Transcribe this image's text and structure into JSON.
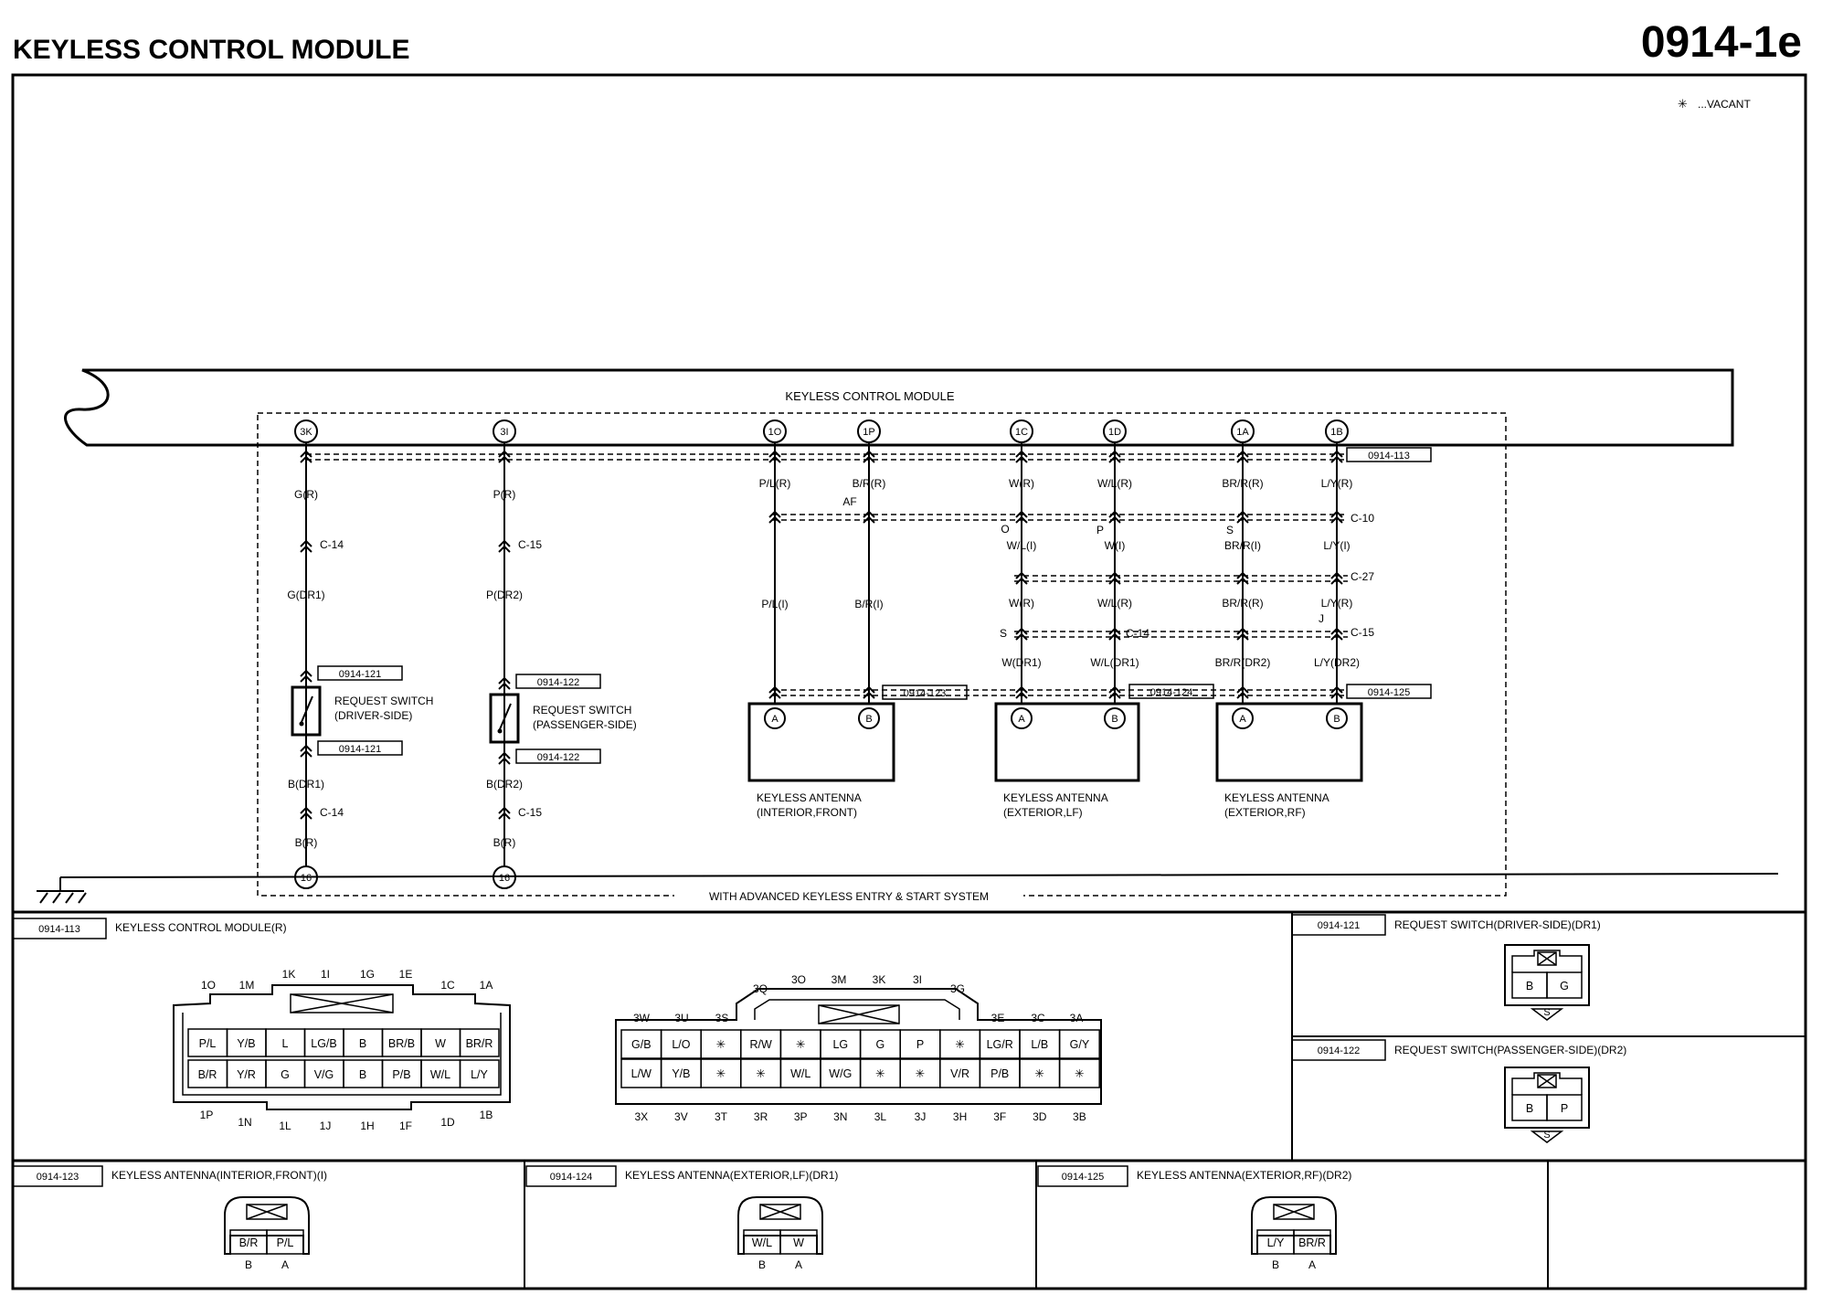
{
  "header": {
    "title": "KEYLESS CONTROL MODULE",
    "code": "0914-1e"
  },
  "legend": {
    "symbol": "✳",
    "text": "...VACANT"
  },
  "module": {
    "name": "KEYLESS CONTROL MODULE",
    "ref": "0914-113"
  },
  "wires": [
    {
      "pin": "3K",
      "upper": "G(R)",
      "conn1": "C-14",
      "lower": "G(DR1)"
    },
    {
      "pin": "3I",
      "upper": "P(R)",
      "conn1": "C-15",
      "lower": "P(DR2)"
    },
    {
      "pin": "1O",
      "upper": "P/L(R)",
      "lower": "P/L(I)"
    },
    {
      "pin": "1P",
      "upper": "B/R(R)",
      "af": "AF",
      "lower": "B/R(I)"
    },
    {
      "pin": "1C",
      "upper": "W(R)",
      "mark1": "O",
      "mid1": "W/L(I)",
      "mid2": "W(R)",
      "mark2": "S",
      "lower": "W(DR1)"
    },
    {
      "pin": "1D",
      "upper": "W/L(R)",
      "mark1": "P",
      "mid1": "W(I)",
      "mid2": "W/L(R)",
      "lower": "W/L(DR1)"
    },
    {
      "pin": "1A",
      "upper": "BR/R(R)",
      "mark1": "S",
      "mid1": "BR/R(I)",
      "mid2": "BR/R(R)",
      "lower": "BR/R(DR2)"
    },
    {
      "pin": "1B",
      "upper": "L/Y(R)",
      "mid1": "L/Y(I)",
      "mid2": "L/Y(R)",
      "mark2": "J",
      "lower": "L/Y(DR2)"
    }
  ],
  "conn_labels": {
    "c10": "C-10",
    "c27": "C-27",
    "c14": "C-14",
    "c15": "C-15"
  },
  "switches": [
    {
      "ref": "0914-121",
      "name1": "REQUEST SWITCH",
      "name2": "(DRIVER-SIDE)",
      "lower": "B(DR1)",
      "conn": "C-14",
      "gnd": "B(R)",
      "gpin": "16"
    },
    {
      "ref": "0914-122",
      "name1": "REQUEST SWITCH",
      "name2": "(PASSENGER-SIDE)",
      "lower": "B(DR2)",
      "conn": "C-15",
      "gnd": "B(R)",
      "gpin": "16"
    }
  ],
  "antennas": [
    {
      "ref": "0914-123",
      "name1": "KEYLESS ANTENNA",
      "name2": "(INTERIOR,FRONT)",
      "pa": "A",
      "pb": "B"
    },
    {
      "ref": "0914-124",
      "name1": "KEYLESS ANTENNA",
      "name2": "(EXTERIOR,LF)",
      "pa": "A",
      "pb": "B"
    },
    {
      "ref": "0914-125",
      "name1": "KEYLESS ANTENNA",
      "name2": "(EXTERIOR,RF)",
      "pa": "A",
      "pb": "B"
    }
  ],
  "system_label": "WITH ADVANCED KEYLESS ENTRY & START SYSTEM",
  "connectors": {
    "kcm": {
      "ref": "0914-113",
      "name": "KEYLESS CONTROL MODULE(R)",
      "left_top_pins": [
        "1O",
        "1M",
        "1K",
        "1I",
        "1G",
        "1E",
        "1C",
        "1A"
      ],
      "left_row1": [
        "P/L",
        "Y/B",
        "L",
        "LG/B",
        "B",
        "BR/B",
        "W",
        "BR/R"
      ],
      "left_row2": [
        "B/R",
        "Y/R",
        "G",
        "V/G",
        "B",
        "P/B",
        "W/L",
        "L/Y"
      ],
      "left_bot_pins": [
        "1P",
        "1N",
        "1L",
        "1J",
        "1H",
        "1F",
        "1D",
        "1B"
      ],
      "right_top_pins_a": [
        "3Q",
        "3O",
        "3M",
        "3K",
        "3I",
        "3G"
      ],
      "right_top_pins_b": [
        "3W",
        "3U",
        "3S",
        "3E",
        "3C",
        "3A"
      ],
      "right_row1": [
        "G/B",
        "L/O",
        "✳",
        "R/W",
        "✳",
        "LG",
        "G",
        "P",
        "✳",
        "LG/R",
        "L/B",
        "G/Y"
      ],
      "right_row2": [
        "L/W",
        "Y/B",
        "✳",
        "✳",
        "W/L",
        "W/G",
        "✳",
        "✳",
        "V/R",
        "P/B",
        "✳",
        "✳"
      ],
      "right_bot_pins": [
        "3X",
        "3V",
        "3T",
        "3R",
        "3P",
        "3N",
        "3L",
        "3J",
        "3H",
        "3F",
        "3D",
        "3B"
      ]
    },
    "sw_drv": {
      "ref": "0914-121",
      "name": "REQUEST SWITCH(DRIVER-SIDE)(DR1)",
      "cells": [
        "B",
        "G"
      ],
      "tab": "S"
    },
    "sw_pass": {
      "ref": "0914-122",
      "name": "REQUEST SWITCH(PASSENGER-SIDE)(DR2)",
      "cells": [
        "B",
        "P"
      ],
      "tab": "S"
    },
    "ant_int": {
      "ref": "0914-123",
      "name": "KEYLESS ANTENNA(INTERIOR,FRONT)(I)",
      "cells": [
        "B/R",
        "P/L"
      ],
      "pins": [
        "B",
        "A"
      ]
    },
    "ant_lf": {
      "ref": "0914-124",
      "name": "KEYLESS ANTENNA(EXTERIOR,LF)(DR1)",
      "cells": [
        "W/L",
        "W"
      ],
      "pins": [
        "B",
        "A"
      ]
    },
    "ant_rf": {
      "ref": "0914-125",
      "name": "KEYLESS ANTENNA(EXTERIOR,RF)(DR2)",
      "cells": [
        "L/Y",
        "BR/R"
      ],
      "pins": [
        "B",
        "A"
      ]
    }
  }
}
